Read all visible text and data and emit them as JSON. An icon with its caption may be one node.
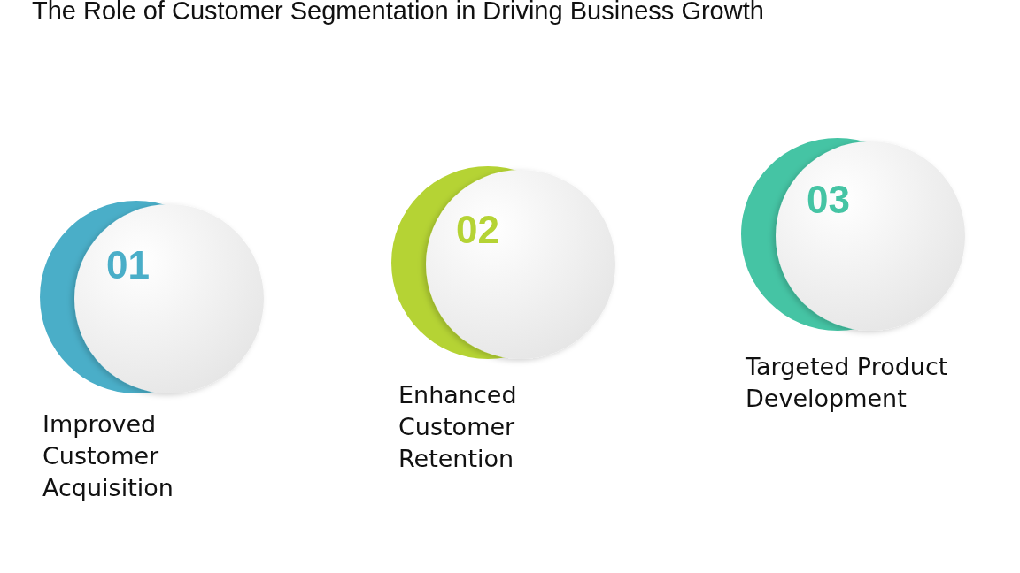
{
  "diagram": {
    "title": "The Role of Customer Segmentation in Driving Business Growth",
    "nodes": [
      {
        "text": [
          "01"
        ],
        "beside": [
          "Improved Customer Acquisition"
        ]
      },
      {
        "text": [
          "02"
        ],
        "beside": [
          "Enhanced Customer Retention"
        ]
      },
      {
        "text": [
          "03"
        ],
        "beside": [
          "Targeted Product Development"
        ]
      }
    ]
  }
}
